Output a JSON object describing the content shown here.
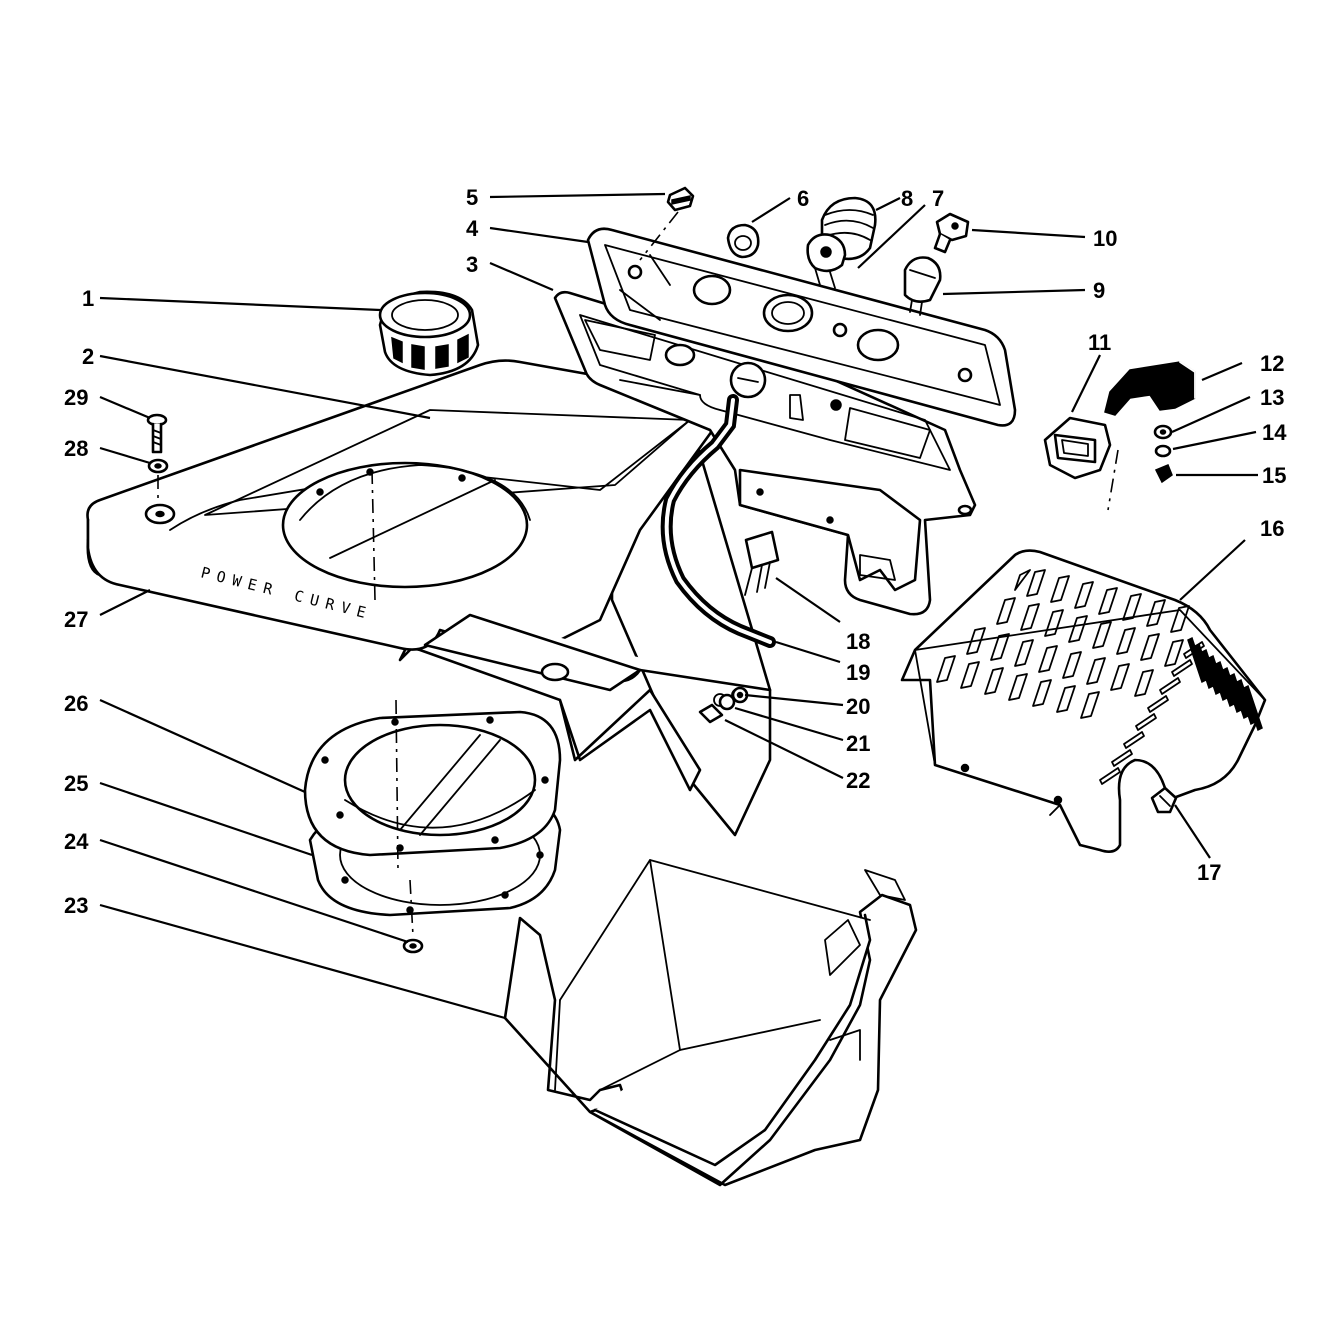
{
  "diagram": {
    "callouts": [
      {
        "id": "c1",
        "label": "1"
      },
      {
        "id": "c2",
        "label": "2"
      },
      {
        "id": "c3",
        "label": "3"
      },
      {
        "id": "c4",
        "label": "4"
      },
      {
        "id": "c5",
        "label": "5"
      },
      {
        "id": "c6",
        "label": "6"
      },
      {
        "id": "c7",
        "label": "7"
      },
      {
        "id": "c8",
        "label": "8"
      },
      {
        "id": "c9",
        "label": "9"
      },
      {
        "id": "c10",
        "label": "10"
      },
      {
        "id": "c11",
        "label": "11"
      },
      {
        "id": "c12",
        "label": "12"
      },
      {
        "id": "c13",
        "label": "13"
      },
      {
        "id": "c14",
        "label": "14"
      },
      {
        "id": "c15",
        "label": "15"
      },
      {
        "id": "c16",
        "label": "16"
      },
      {
        "id": "c17",
        "label": "17"
      },
      {
        "id": "c18",
        "label": "18"
      },
      {
        "id": "c19",
        "label": "19"
      },
      {
        "id": "c20",
        "label": "20"
      },
      {
        "id": "c21",
        "label": "21"
      },
      {
        "id": "c22",
        "label": "22"
      },
      {
        "id": "c23",
        "label": "23"
      },
      {
        "id": "c24",
        "label": "24"
      },
      {
        "id": "c25",
        "label": "25"
      },
      {
        "id": "c26",
        "label": "26"
      },
      {
        "id": "c27",
        "label": "27"
      },
      {
        "id": "c28",
        "label": "28"
      },
      {
        "id": "c29",
        "label": "29"
      }
    ],
    "embossed_text": "POWER CURVE",
    "colors": {
      "line": "#000000",
      "background": "#ffffff"
    }
  }
}
